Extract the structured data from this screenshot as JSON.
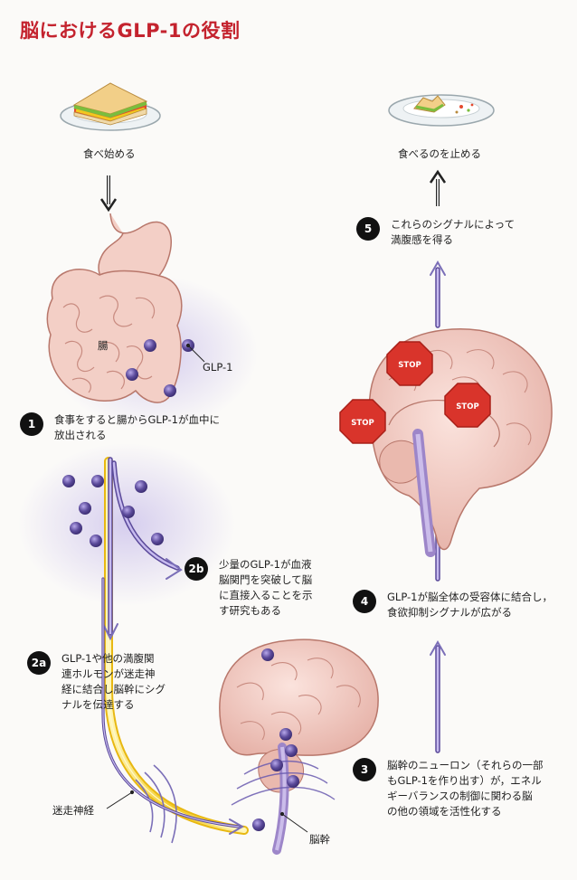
{
  "title": "脳におけるGLP-1の役割",
  "labels": {
    "start_eating": "食べ始める",
    "stop_eating": "食べるのを止める",
    "intestine": "腸",
    "glp1": "GLP-1",
    "vagus_nerve": "迷走神経",
    "brainstem": "脳幹",
    "stop_sign": "STOP"
  },
  "steps": [
    {
      "num": "1",
      "lines": [
        "食事をすると腸からGLP-1が血中に",
        "放出される"
      ]
    },
    {
      "num": "2a",
      "lines": [
        "GLP-1や他の満腹関",
        "連ホルモンが迷走神",
        "経に結合し脳幹にシグ",
        "ナルを伝達する"
      ]
    },
    {
      "num": "2b",
      "lines": [
        "少量のGLP-1が血液",
        "脳関門を突破して脳",
        "に直接入ることを示",
        "す研究もある"
      ]
    },
    {
      "num": "3",
      "lines": [
        "脳幹のニューロン（それらの一部",
        "もGLP-1を作り出す）が，エネル",
        "ギーバランスの制御に関わる脳",
        "の他の領域を活性化する"
      ]
    },
    {
      "num": "4",
      "lines": [
        "GLP-1が脳全体の受容体に結合し，",
        "食欲抑制シグナルが広がる"
      ]
    },
    {
      "num": "5",
      "lines": [
        "これらのシグナルによって",
        "満腹感を得る"
      ]
    }
  ],
  "colors": {
    "title": "#c4232e",
    "glp1_molecule": "#5b4a9a",
    "signal_arrow": "#8577c4",
    "vagus_nerve": "#f2c81e",
    "stop_sign": "#d9342b",
    "tissue": "#f3cfc6"
  }
}
